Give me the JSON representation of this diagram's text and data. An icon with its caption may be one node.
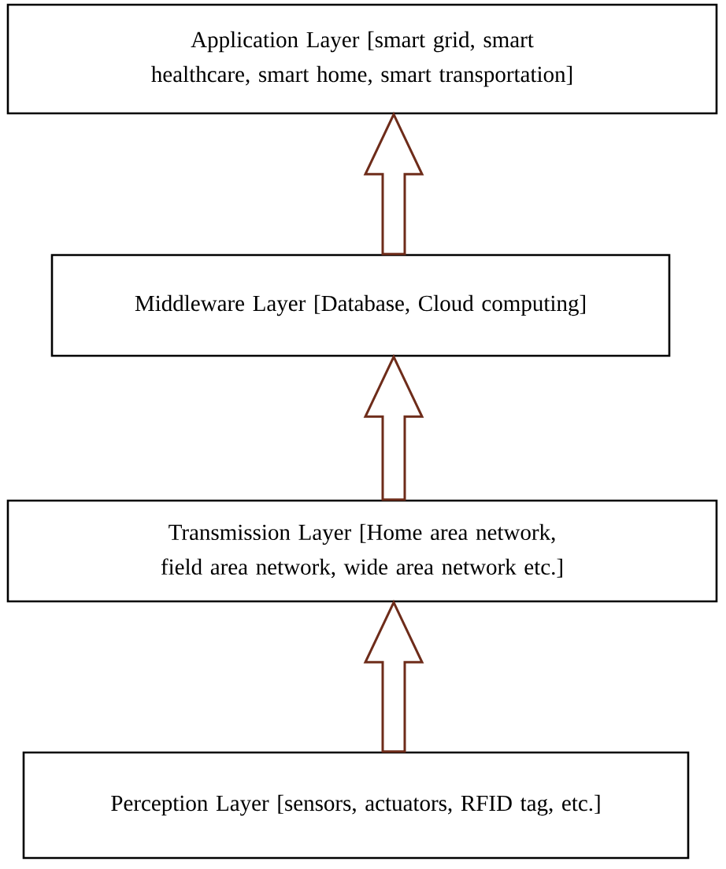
{
  "diagram": {
    "nodes": [
      {
        "text": [
          "Application Layer [smart grid, smart healthcare, smart home, smart transportation]"
        ]
      },
      {
        "text": [
          "Middleware Layer [Database, Cloud computing]"
        ]
      },
      {
        "text": [
          "Transmission Layer [Home area network, field area network, wide area network etc.]"
        ]
      },
      {
        "text": [
          "Perception Layer [sensors, actuators, RFID tag, etc.]"
        ]
      }
    ],
    "edges": [
      {
        "from": 3,
        "to": 2,
        "arrow": "to"
      },
      {
        "from": 2,
        "to": 1,
        "arrow": "to"
      },
      {
        "from": 1,
        "to": 0,
        "arrow": "to"
      }
    ]
  }
}
